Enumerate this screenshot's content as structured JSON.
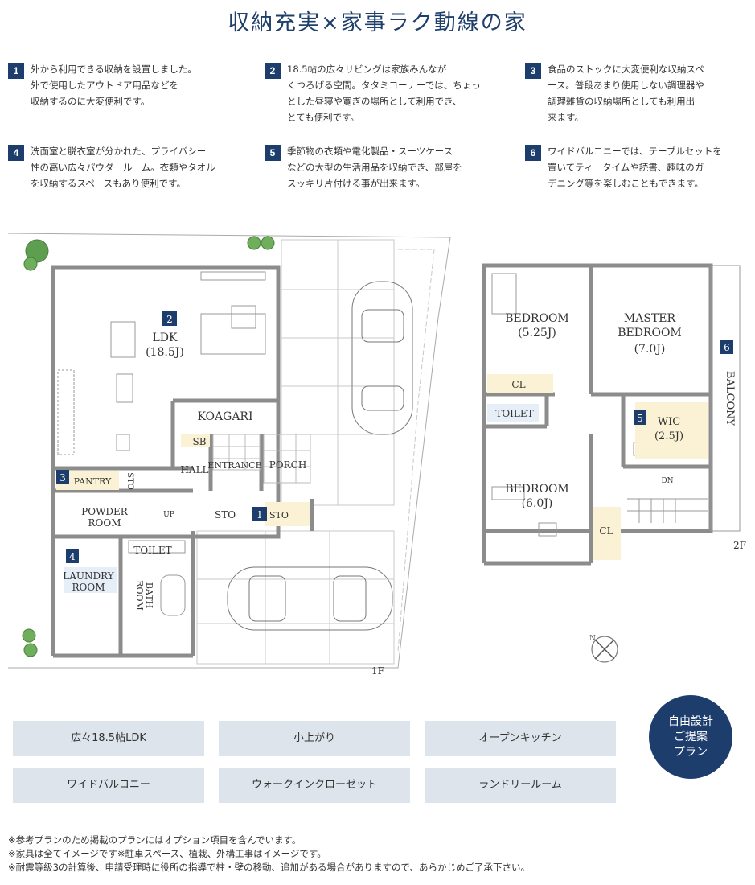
{
  "title": "収納充実×家事ラク動線の家",
  "features": [
    {
      "num": "1",
      "text": "外から利用できる収納を設置しました。\n外で使用したアウトドア用品などを\n収納するのに大変便利です。"
    },
    {
      "num": "2",
      "text": "18.5帖の広々リビングは家族みんなが\nくつろげる空間。タタミコーナーでは、ちょっ\nとした昼寝や寛ぎの場所として利用でき、\nとても便利です。"
    },
    {
      "num": "3",
      "text": "食品のストックに大変便利な収納スペ\nース。普段あまり使用しない調理器や\n調理雑貨の収納場所としても利用出\n来ます。"
    },
    {
      "num": "4",
      "text": "洗面室と脱衣室が分かれた、プライバシー\n性の高い広々パウダールーム。衣類やタオル\nを収納するスペースもあり便利です。"
    },
    {
      "num": "5",
      "text": "季節物の衣類や電化製品・スーツケース\nなどの大型の生活用品を収納でき、部屋を\nスッキリ片付ける事が出来ます。"
    },
    {
      "num": "6",
      "text": "ワイドバルコニーでは、テーブルセットを\n置いてティータイムや読書、趣味のガー\nデニング等を楽しむこともできます。"
    }
  ],
  "floor1": {
    "label": "1F",
    "rooms": {
      "ldk": "LDK",
      "ldk_size": "(18.5J)",
      "koagari": "KOAGARI",
      "sb": "SB",
      "hall": "HALL",
      "entrance": "ENTRANCE",
      "porch": "PORCH",
      "pantry": "PANTRY",
      "sto_v": "STO",
      "powder": "POWDER",
      "powder2": "ROOM",
      "up": "UP",
      "sto": "STO",
      "sto_out": "STO",
      "toilet": "TOILET",
      "laundry": "LAUNDRY",
      "laundry2": "ROOM",
      "bath": "BATH",
      "bath2": "ROOM"
    },
    "markers": {
      "ldk": "2",
      "pantry": "3",
      "sto": "1",
      "laundry": "4"
    }
  },
  "floor2": {
    "label": "2F",
    "rooms": {
      "bed1": "BEDROOM",
      "bed1_size": "(5.25J)",
      "master": "MASTER",
      "master2": "BEDROOM",
      "master_size": "(7.0J)",
      "cl1": "CL",
      "toilet": "TOILET",
      "wic": "WIC",
      "wic_size": "(2.5J)",
      "dn": "DN",
      "bed2": "BEDROOM",
      "bed2_size": "(6.0J)",
      "cl2": "CL",
      "balcony": "BALCONY"
    },
    "markers": {
      "wic": "5",
      "balcony": "6"
    }
  },
  "compass": "N",
  "tags": [
    "広々18.5帖LDK",
    "小上がり",
    "オープンキッチン",
    "ワイドバルコニー",
    "ウォークインクローゼット",
    "ランドリールーム"
  ],
  "badge": "自由設計\nご提案\nプラン",
  "notes": [
    "※参考プランのため掲載のプランにはオプション項目を含んでいます。",
    "※家具は全てイメージです※駐車スペース、植栽、外構工事はイメージです。",
    "※耐震等級3の計算後、申請受理時に役所の指導で柱・壁の移動、追加がある場合がありますので、あらかじめご了承下さい。"
  ]
}
